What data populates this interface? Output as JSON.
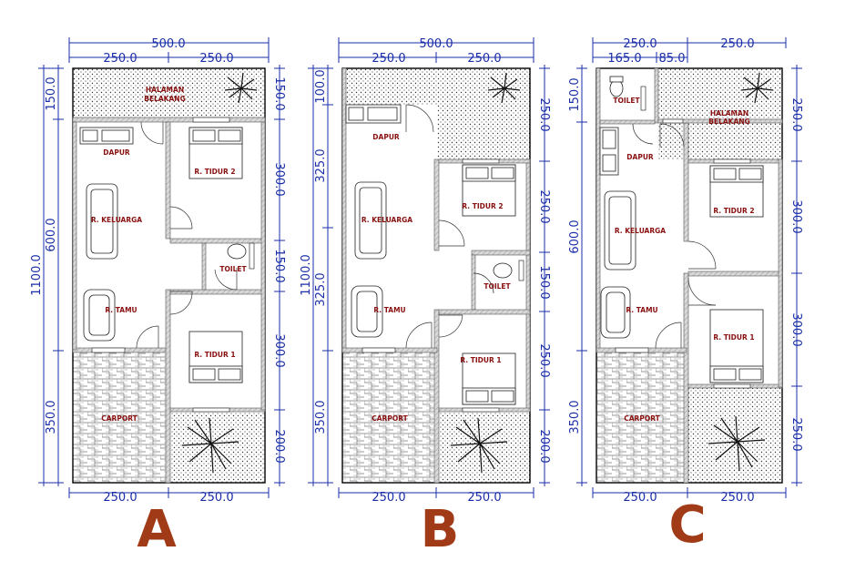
{
  "plans": [
    {
      "letter": "A",
      "top": [
        {
          "label": "500.0"
        },
        {
          "label": "250.0"
        },
        {
          "label": "250.0"
        }
      ],
      "bottom": [
        {
          "label": "250.0"
        },
        {
          "label": "250.0"
        }
      ],
      "left": [
        {
          "label": "1100.0"
        },
        {
          "label": "150.0"
        },
        {
          "label": "600.0"
        },
        {
          "label": "350.0"
        }
      ],
      "right": [
        {
          "label": "150.0"
        },
        {
          "label": "300.0"
        },
        {
          "label": "150.0"
        },
        {
          "label": "300.0"
        },
        {
          "label": "200.0"
        }
      ],
      "rooms": [
        {
          "label": "HALAMAN"
        },
        {
          "label": "BELAKANG"
        },
        {
          "label": "DAPUR"
        },
        {
          "label": "R. TIDUR 2"
        },
        {
          "label": "R. KELUARGA"
        },
        {
          "label": "TOILET"
        },
        {
          "label": "R. TAMU"
        },
        {
          "label": "R. TIDUR 1"
        },
        {
          "label": "CARPORT"
        }
      ]
    },
    {
      "letter": "B",
      "top": [
        {
          "label": "500.0"
        },
        {
          "label": "250.0"
        },
        {
          "label": "250.0"
        }
      ],
      "bottom": [
        {
          "label": "250.0"
        },
        {
          "label": "250.0"
        }
      ],
      "left": [
        {
          "label": "1100.0"
        },
        {
          "label": "100.0"
        },
        {
          "label": "325.0"
        },
        {
          "label": "325.0"
        },
        {
          "label": "350.0"
        }
      ],
      "right": [
        {
          "label": "250.0"
        },
        {
          "label": "250.0"
        },
        {
          "label": "150.0"
        },
        {
          "label": "250.0"
        },
        {
          "label": "200.0"
        }
      ],
      "rooms": [
        {
          "label": "DAPUR"
        },
        {
          "label": "R. TIDUR 2"
        },
        {
          "label": "R. KELUARGA"
        },
        {
          "label": "TOILET"
        },
        {
          "label": "R. TAMU"
        },
        {
          "label": "R. TIDUR 1"
        },
        {
          "label": "CARPORT"
        }
      ]
    },
    {
      "letter": "C",
      "top": [
        {
          "label": "250.0"
        },
        {
          "label": "250.0"
        },
        {
          "label": "165.0"
        },
        {
          "label": "85.0"
        }
      ],
      "bottom": [
        {
          "label": "250.0"
        },
        {
          "label": "250.0"
        }
      ],
      "left": [
        {
          "label": "150.0"
        },
        {
          "label": "600.0"
        },
        {
          "label": "350.0"
        }
      ],
      "right": [
        {
          "label": "250.0"
        },
        {
          "label": "300.0"
        },
        {
          "label": "300.0"
        },
        {
          "label": "250.0"
        }
      ],
      "rooms": [
        {
          "label": "TOILET"
        },
        {
          "label": "HALAMAN"
        },
        {
          "label": "BELAKANG"
        },
        {
          "label": "DAPUR"
        },
        {
          "label": "R. TIDUR 2"
        },
        {
          "label": "R. KELUARGA"
        },
        {
          "label": "R. TAMU"
        },
        {
          "label": "R. TIDUR 1"
        },
        {
          "label": "CARPORT"
        }
      ]
    }
  ],
  "colors": {
    "dimension": "#1a2ea8",
    "room_label": "#8a1010",
    "plan_letter": "#a13a16",
    "wall": "#8c8c8c",
    "outline": "#000000"
  }
}
